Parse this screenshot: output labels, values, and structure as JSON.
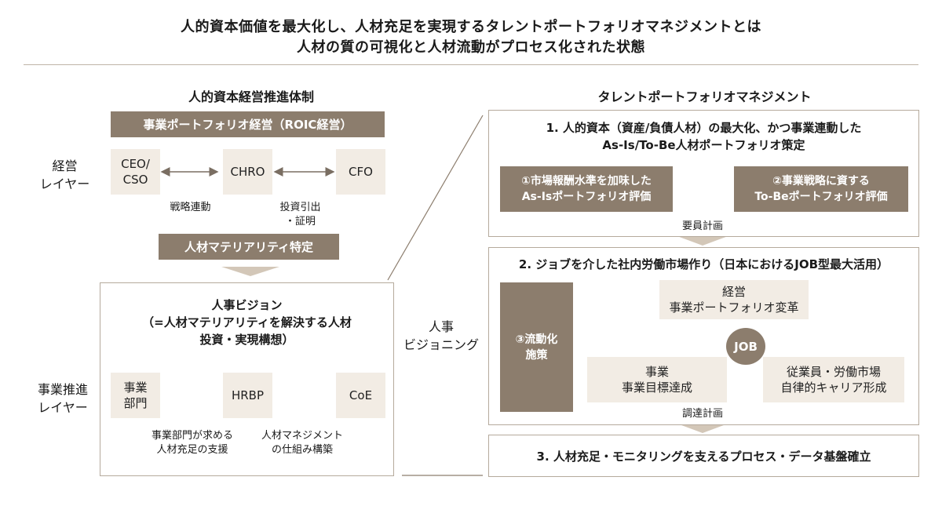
{
  "title": {
    "line1": "人的資本価値を最大化し、人材充足を実現するタレントポートフォリオマネジメントとは",
    "line2": "人材の質の可視化と人材流動がプロセス化された状態"
  },
  "left": {
    "heading": "人的資本経営推進体制",
    "banner": "事業ポートフォリオ経営（ROIC経営）",
    "layer_top": "経営\nレイヤー",
    "ceo": "CEO/\nCSO",
    "chro": "CHRO",
    "cfo": "CFO",
    "link1": "戦略連動",
    "link2": "投資引出\n・証明",
    "materiality": "人材マテリアリティ特定",
    "vision_title": "人事ビジョン\n（=人材マテリアリティを解決する人材\n投資・実現構想）",
    "layer_bottom": "事業推進\nレイヤー",
    "dept": "事業\n部門",
    "hrbp": "HRBP",
    "coe": "CoE",
    "support1": "事業部門が求める\n人材充足の支援",
    "support2": "人材マネジメント\nの仕組み構築"
  },
  "right": {
    "heading": "タレントポートフォリオマネジメント",
    "visioning": "人事\nビジョニング",
    "step1_title": "1. 人的資本（資産/負債人材）の最大化、かつ事業連動した\nAs-Is/To-Be人材ポートフォリオ策定",
    "asis": "①市場報酬水準を加味した\nAs-Isポートフォリオ評価",
    "tobe": "②事業戦略に資する\nTo-Beポートフォリオ評価",
    "plan1": "要員計画",
    "step2_title": "2. ジョブを介した社内労働市場作り（日本におけるJOB型最大活用）",
    "mobility": "③流動化\n施策",
    "mgmt": "経営\n事業ポートフォリオ変革",
    "job": "JOB",
    "biz": "事業\n事業目標達成",
    "emp": "従業員・労働市場\n自律的キャリア形成",
    "plan2": "調達計画",
    "step3_title": "3. 人材充足・モニタリングを支えるプロセス・データ基盤確立"
  },
  "colors": {
    "dark": "#8c7d6d",
    "light": "#f2ece4",
    "border": "#b5aa9c",
    "arrow": "#d3c7b8",
    "line": "#7a6e62"
  }
}
